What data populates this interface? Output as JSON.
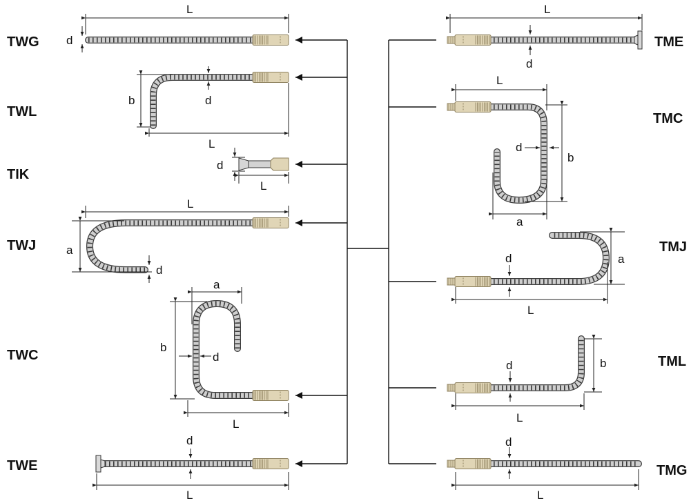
{
  "bar_codes": {
    "twg": "TWG",
    "twl": "TWL",
    "tik": "TIK",
    "twj": "TWJ",
    "twc": "TWC",
    "twe": "TWE",
    "tme": "TME",
    "tmc": "TMC",
    "tmj": "TMJ",
    "tml": "TML",
    "tmg": "TMG"
  },
  "dimension_labels": {
    "length": "L",
    "diameter": "d",
    "bend_a": "a",
    "bend_b": "b"
  },
  "colors": {
    "rebar": "#cfcfcf",
    "rebar_rib": "#3a3a3a",
    "coupler": "#e0d5b6",
    "coupler_dark": "#8c7f5c",
    "line": "#111111"
  }
}
